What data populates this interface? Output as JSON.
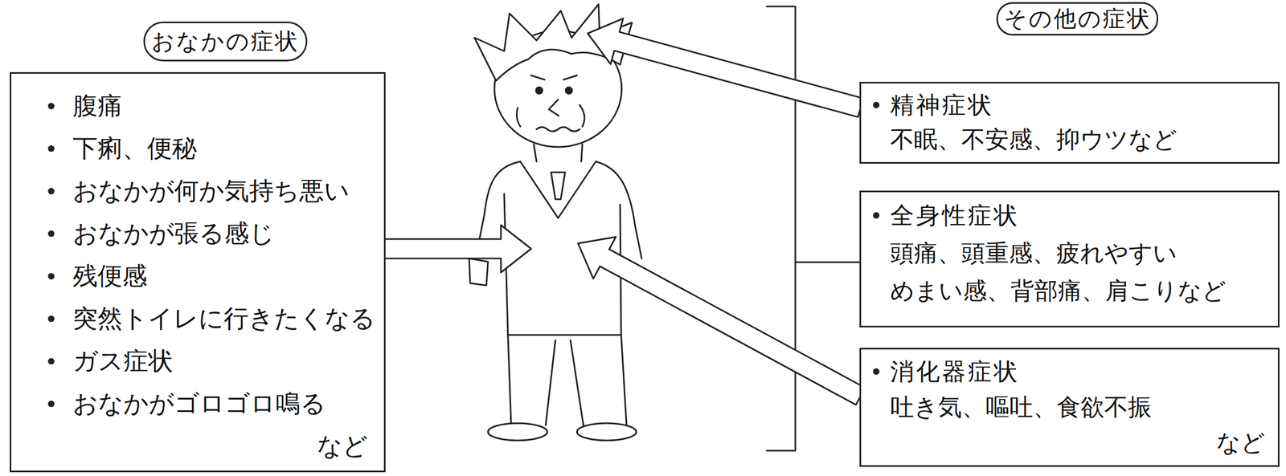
{
  "diagram": {
    "nodes": [
      {
        "text": [
          "おなかの症状"
        ]
      },
      {
        "text": [
          "腹痛",
          "下痢、便秘",
          "おなかが何か気持ち悪い",
          "おなかが張る感じ",
          "残便感",
          "突然トイレに行きたくなる",
          "ガス症状",
          "おなかがゴロゴロ鳴る",
          "など"
        ]
      },
      {
        "text": [
          "その他の症状"
        ]
      },
      {
        "text": [
          "精神症状",
          "不眠、不安感、抑ウツなど"
        ]
      },
      {
        "text": [
          "全身性症状",
          "頭痛、頭重感、疲れやすい めまい感、背部痛、肩こりなど"
        ]
      },
      {
        "text": [
          "消化器症状",
          "吐き気、嘔吐、食欲不振",
          "など"
        ]
      }
    ]
  }
}
